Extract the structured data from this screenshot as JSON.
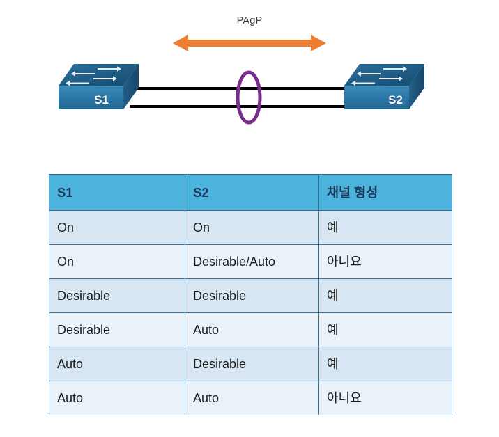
{
  "diagram": {
    "protocol_label": "PAgP",
    "arrow": {
      "name": "bidirectional-negotiation-arrow",
      "color": "#ED7D31",
      "direction": "both"
    },
    "highlight_ellipse": {
      "name": "etherchannel-bundle-highlight",
      "color": "#7B2D8E"
    },
    "link_color": "#000000",
    "switches": [
      {
        "id": "s1",
        "label": "S1",
        "body_color": "#2E7AAA",
        "top_color": "#1F5C86"
      },
      {
        "id": "s2",
        "label": "S2",
        "body_color": "#2E7AAA",
        "top_color": "#1F5C86"
      }
    ],
    "link_count": 2
  },
  "table": {
    "name": "pagp-channel-formation-table",
    "header_bg": "#4CB3DD",
    "header_text_color": "#1D3A5C",
    "border_color": "#3C6C8D",
    "row_bg_odd": "#D7E6F2",
    "row_bg_even": "#E9F2F9",
    "headers": [
      "S1",
      "S2",
      "채널 형성"
    ],
    "rows": [
      [
        "On",
        "On",
        "예"
      ],
      [
        "On",
        "Desirable/Auto",
        "아니요"
      ],
      [
        "Desirable",
        "Desirable",
        "예"
      ],
      [
        "Desirable",
        "Auto",
        "예"
      ],
      [
        "Auto",
        "Desirable",
        "예"
      ],
      [
        "Auto",
        "Auto",
        "아니요"
      ]
    ]
  }
}
